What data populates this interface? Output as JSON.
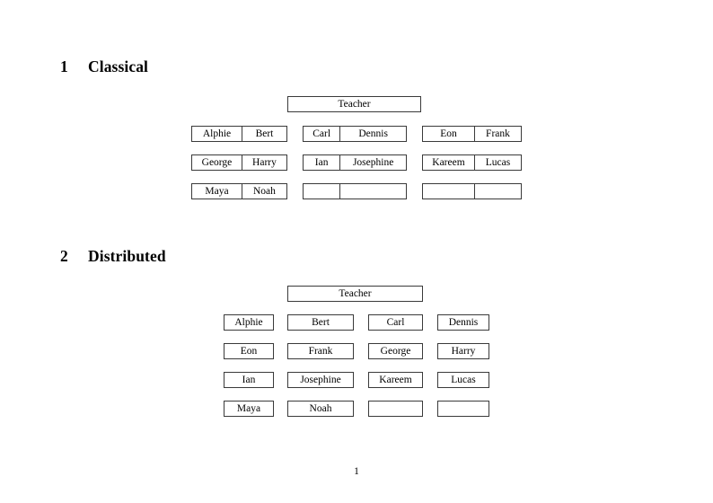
{
  "document": {
    "page_number": "1",
    "border_color": "#3a3a3a",
    "text_color": "#000000",
    "background": "#ffffff"
  },
  "sections": [
    {
      "number": "1",
      "title": "Classical",
      "teacher_label": "Teacher",
      "groups": [
        {
          "rows": [
            [
              "Alphie",
              "Bert"
            ],
            [
              "George",
              "Harry"
            ],
            [
              "Maya",
              "Noah"
            ]
          ]
        },
        {
          "rows": [
            [
              "Carl",
              "Dennis"
            ],
            [
              "Ian",
              "Josephine"
            ],
            [
              "",
              ""
            ]
          ]
        },
        {
          "rows": [
            [
              "Eon",
              "Frank"
            ],
            [
              "Kareem",
              "Lucas"
            ],
            [
              "",
              ""
            ]
          ]
        }
      ]
    },
    {
      "number": "2",
      "title": "Distributed",
      "teacher_label": "Teacher",
      "rows": [
        [
          "Alphie",
          "Bert",
          "Carl",
          "Dennis"
        ],
        [
          "Eon",
          "Frank",
          "George",
          "Harry"
        ],
        [
          "Ian",
          "Josephine",
          "Kareem",
          "Lucas"
        ],
        [
          "Maya",
          "Noah",
          "",
          ""
        ]
      ]
    }
  ]
}
